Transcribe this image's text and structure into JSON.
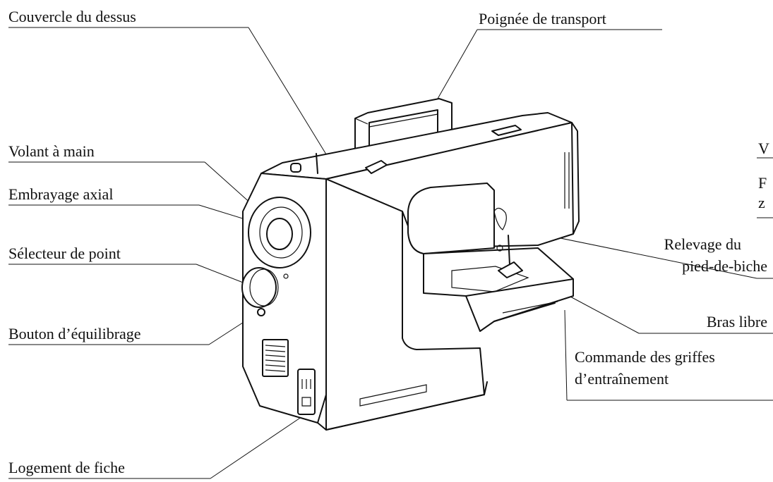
{
  "labels": {
    "top_cover": "Couvercle du dessus",
    "carrying_handle": "Poignée de transport",
    "handwheel": "Volant à main",
    "clutch": "Embrayage axial",
    "stitch_selector": "Sélecteur de point",
    "balance_button": "Bouton d’équilibrage",
    "edge_label_a": "V",
    "edge_label_b": "F",
    "edge_label_c": "z",
    "presser_lifter_line1": "Relevage du",
    "presser_lifter_line2": "pied-de-biche",
    "free_arm": "Bras libre",
    "feed_dog_line1": "Commande des griffes",
    "feed_dog_line2": "d’entraînement",
    "plug_socket": "Logement de fiche"
  }
}
